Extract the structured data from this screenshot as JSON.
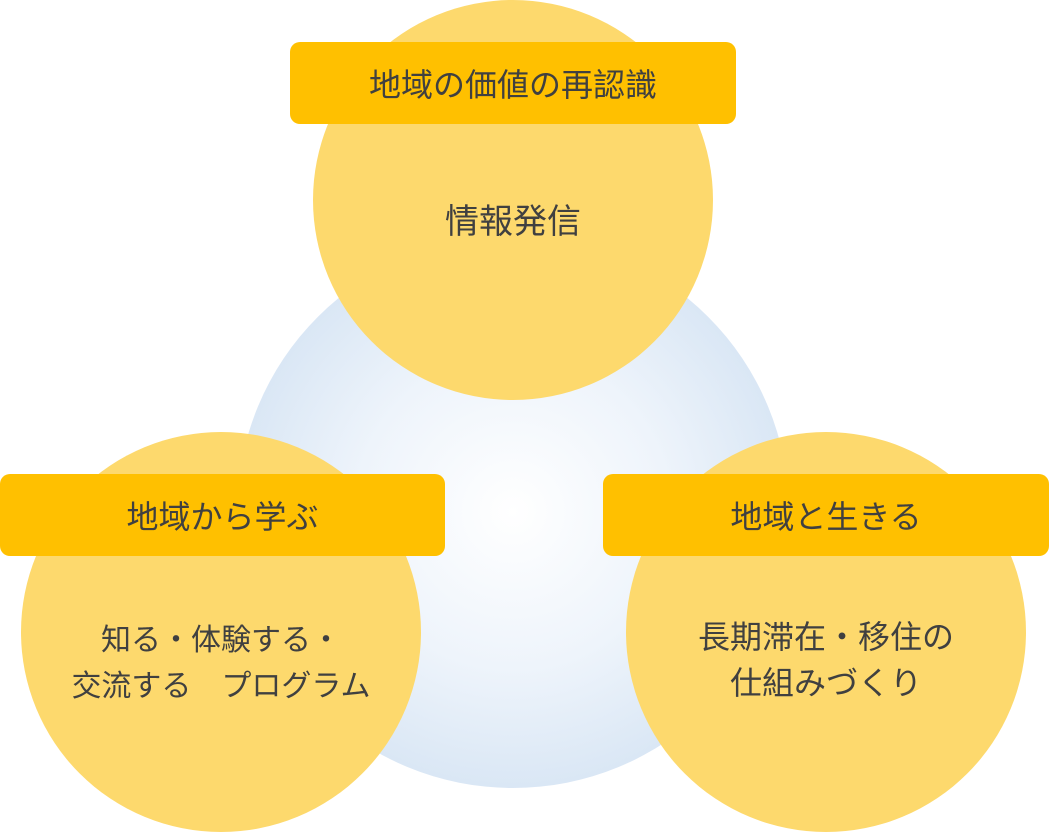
{
  "diagram": {
    "top": {
      "title": "地域の価値の再認識",
      "body": [
        "情報発信"
      ]
    },
    "left": {
      "title": "地域から学ぶ",
      "body": [
        "知る・体験する・",
        "交流する　プログラム"
      ]
    },
    "right": {
      "title": "地域と生きる",
      "body": [
        "長期滞在・移住の",
        "仕組みづくり"
      ]
    },
    "colors": {
      "circle_fill": "#fdd96d",
      "label_fill": "#ffc000",
      "center_sphere": "#c6d9ee",
      "text": "#404040"
    }
  }
}
